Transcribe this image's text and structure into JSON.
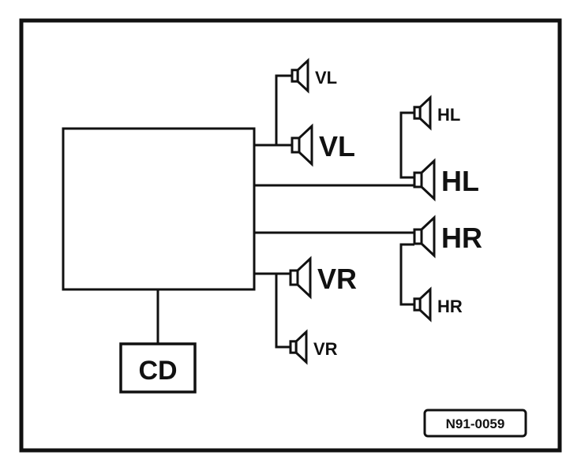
{
  "diagram": {
    "cd_label": "CD",
    "figure_code": "N91-0059",
    "speakers": [
      {
        "id": "vl-small",
        "label": "VL",
        "size": "small"
      },
      {
        "id": "vl-large",
        "label": "VL",
        "size": "large"
      },
      {
        "id": "hl-small",
        "label": "HL",
        "size": "small"
      },
      {
        "id": "hl-large",
        "label": "HL",
        "size": "large"
      },
      {
        "id": "hr-large",
        "label": "HR",
        "size": "large"
      },
      {
        "id": "hr-small",
        "label": "HR",
        "size": "small"
      },
      {
        "id": "vr-large",
        "label": "VR",
        "size": "large"
      },
      {
        "id": "vr-small",
        "label": "VR",
        "size": "small"
      }
    ]
  }
}
